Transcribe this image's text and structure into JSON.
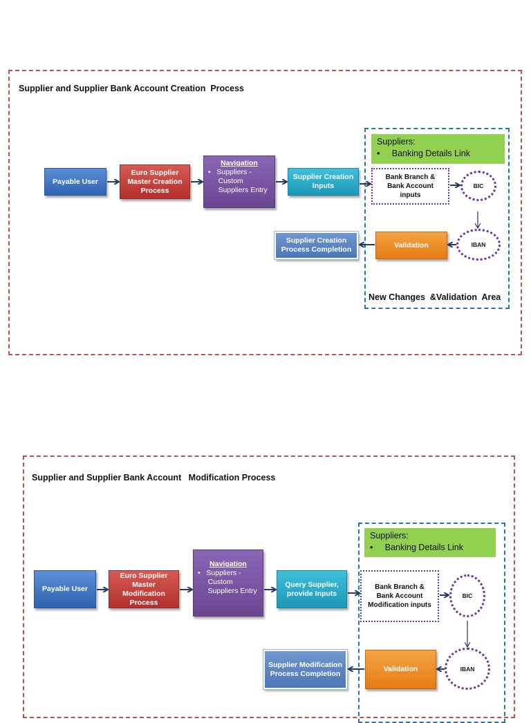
{
  "creation": {
    "title": "Supplier and Supplier Bank Account Creation  Process",
    "payable_user": "Payable User",
    "euro_master": [
      "Euro Supplier",
      "Master Creation",
      "Process"
    ],
    "nav_title": "Navigation",
    "nav_lines": [
      "•   Suppliers -",
      "     Custom",
      "     Suppliers Entry"
    ],
    "inputs_box": [
      "Supplier Creation",
      "Inputs"
    ],
    "suppliers_label": "Suppliers:",
    "banking_link": "•     Banking Details Link",
    "bank_branch": [
      "Bank Branch &",
      "Bank Account",
      "inputs"
    ],
    "bic": "BIC",
    "iban": "IBAN",
    "validation": "Validation",
    "completion": [
      "Supplier Creation",
      "Process Completion"
    ],
    "area_label": "New Changes  &Validation  Area"
  },
  "modification": {
    "title": "Supplier and Supplier Bank Account   Modification Process",
    "payable_user": "Payable User",
    "euro_master": [
      "Euro Supplier",
      "Master",
      "Modification",
      "Process"
    ],
    "nav_title": "Navigation",
    "nav_lines": [
      "•   Suppliers -",
      "     Custom",
      "     Suppliers Entry"
    ],
    "inputs_box": [
      "Query Supplier,",
      "provide Inputs"
    ],
    "suppliers_label": "Suppliers:",
    "banking_link": "•     Banking Details Link",
    "bank_branch": [
      "Bank Branch &",
      "Bank Account",
      "Modification inputs"
    ],
    "bic": "BIC",
    "iban": "IBAN",
    "validation": "Validation",
    "completion": [
      "Supplier Modification",
      "Process Completion"
    ]
  },
  "colors": {
    "panel_border": "#c0504d",
    "zone_border": "#1f78b4",
    "arrow": "#1f3864",
    "dotted": "#7030a0",
    "green": "#92d050"
  }
}
